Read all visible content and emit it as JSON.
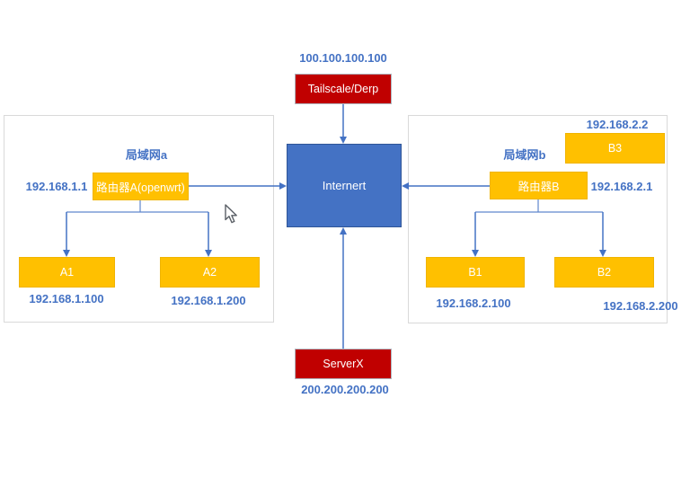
{
  "diagram": {
    "tailscale": {
      "label": "Tailscale/Derp",
      "ip": "100.100.100.100"
    },
    "internet": {
      "label": "Internert"
    },
    "serverx": {
      "label": "ServerX",
      "ip": "200.200.200.200"
    },
    "lan_a": {
      "title": "局域网a",
      "router": {
        "label": "路由器A(openwrt)",
        "ip": "192.168.1.1"
      },
      "hosts": [
        {
          "label": "A1",
          "ip": "192.168.1.100"
        },
        {
          "label": "A2",
          "ip": "192.168.1.200"
        }
      ]
    },
    "lan_b": {
      "title": "局域网b",
      "router": {
        "label": "路由器B",
        "ip": "192.168.2.1"
      },
      "b3": {
        "label": "B3",
        "ip": "192.168.2.2"
      },
      "hosts": [
        {
          "label": "B1",
          "ip": "192.168.2.100"
        },
        {
          "label": "B2",
          "ip": "192.168.2.200"
        }
      ]
    },
    "colors": {
      "node_orange": "#FFC000",
      "node_red": "#C00000",
      "node_blue": "#4472C4",
      "text_blue": "#4472C4",
      "connector_blue": "#4472C4",
      "panel_border": "#D9D9D9"
    }
  }
}
